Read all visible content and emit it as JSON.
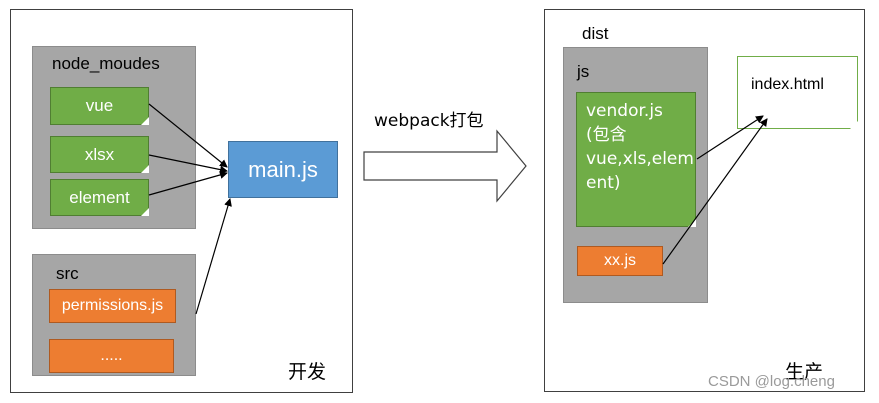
{
  "dev": {
    "node_modules_label": "node_moudes",
    "modules": [
      "vue",
      "xlsx",
      "element"
    ],
    "main_label": "main.js",
    "src_label": "src",
    "src_files": [
      "permissions.js",
      "....."
    ],
    "caption": "开发"
  },
  "arrow_label": "webpack打包",
  "prod": {
    "dist_label": "dist",
    "js_label": "js",
    "vendor_label": "vendor.js (包含 vue,xls,elem ent)",
    "vendor_lines": [
      "vendor.js",
      "(包含",
      "vue,xls,elem",
      "ent)"
    ],
    "xx_label": "xx.js",
    "index_label": "index.html",
    "caption": "生产"
  },
  "watermark": "CSDN @log.cheng",
  "colors": {
    "module_green": "#70ad47",
    "main_blue": "#5b9bd5",
    "file_orange": "#ed7d31",
    "container_gray": "#a6a6a6",
    "index_border": "#70ad47"
  }
}
